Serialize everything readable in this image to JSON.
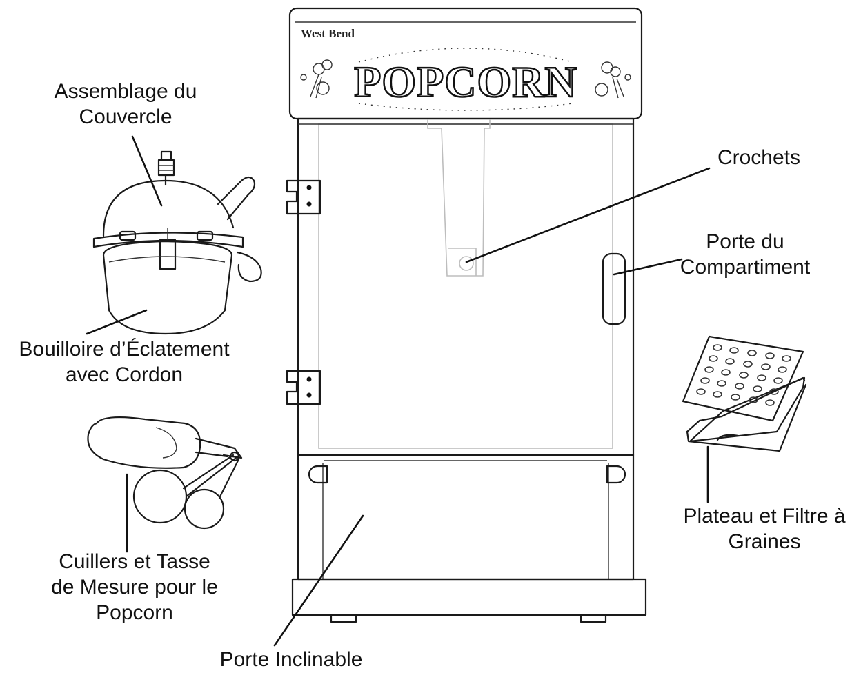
{
  "brand": "West Bend",
  "sign_text": "POPCORN",
  "labels": {
    "lid": [
      "Assemblage du",
      "Couvercle"
    ],
    "kettle": [
      "Bouilloire d’Éclatement",
      "avec Cordon"
    ],
    "spoons": [
      "Cuillers et Tasse",
      "de Mesure pour le",
      "Popcorn"
    ],
    "hooks": [
      "Crochets"
    ],
    "door": [
      "Porte du",
      "Compartiment"
    ],
    "tray": [
      "Plateau et Filtre à",
      "Graines"
    ],
    "tilt_door": [
      "Porte Inclinable"
    ]
  }
}
